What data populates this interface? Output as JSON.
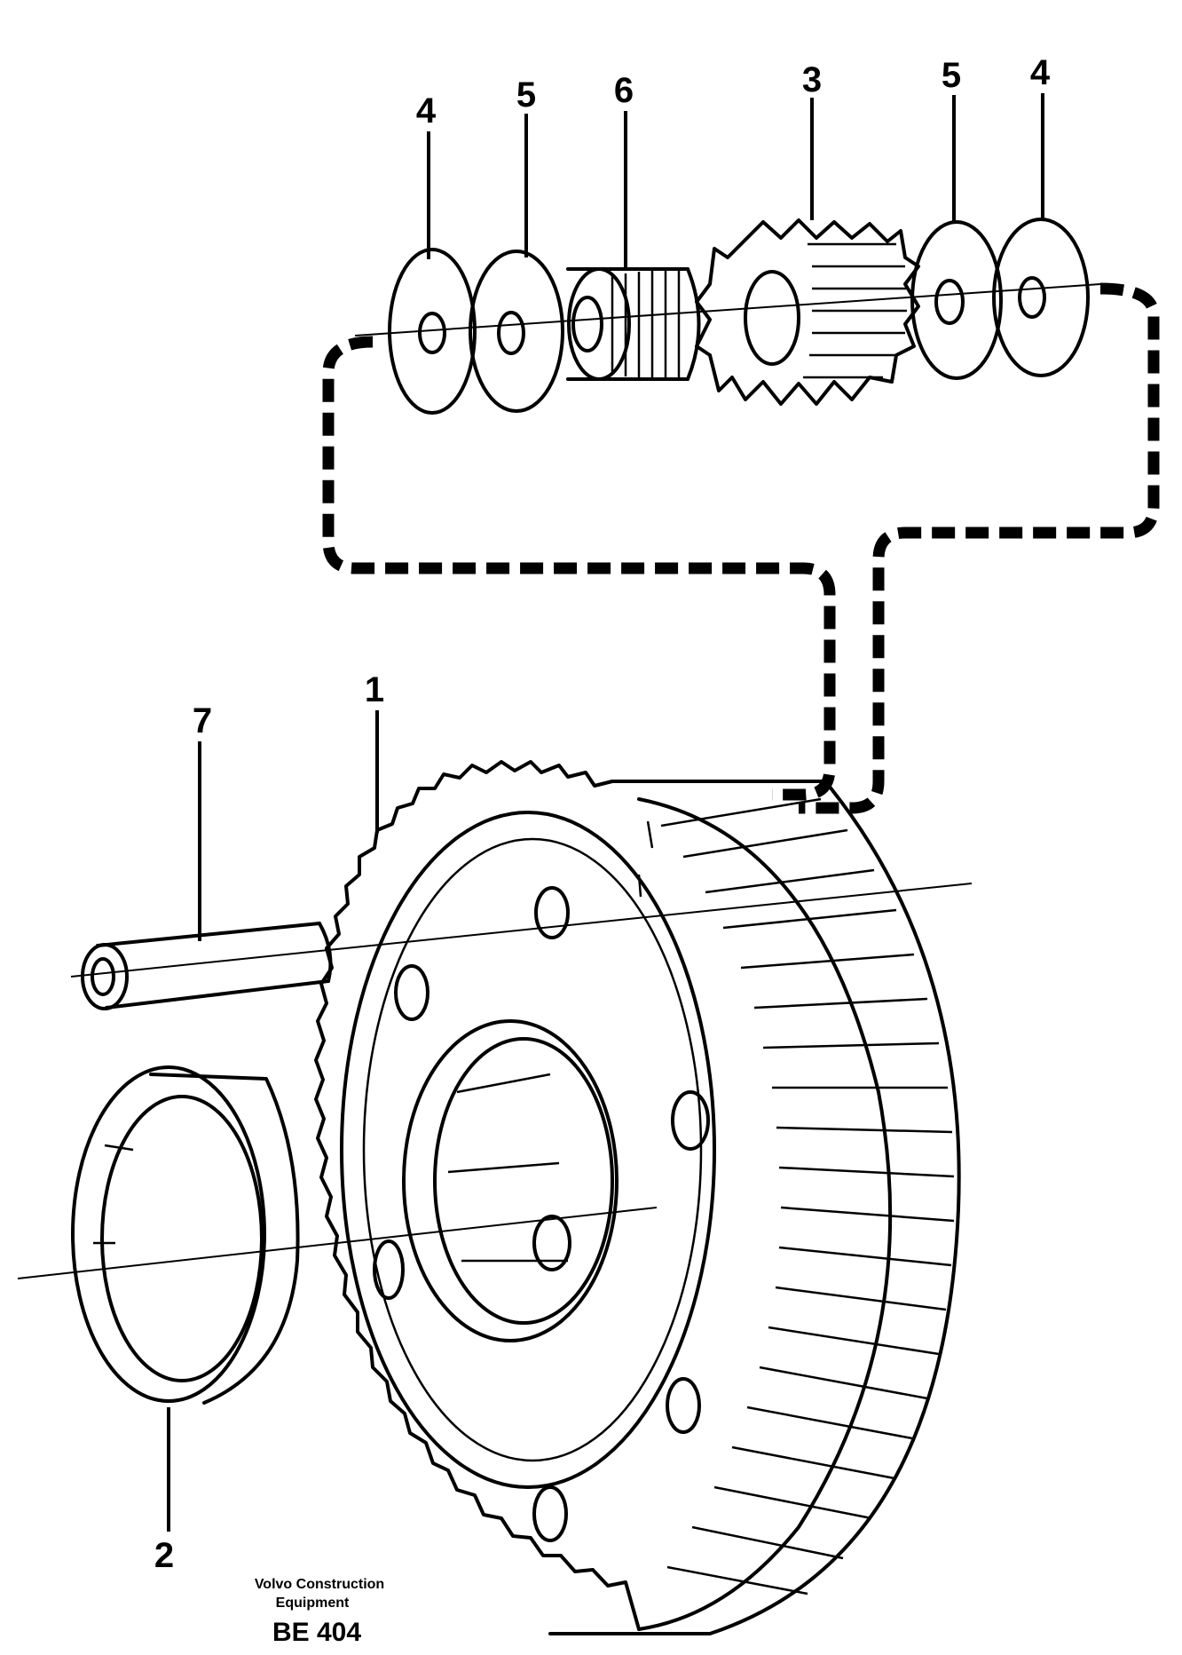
{
  "callouts": {
    "washer_left": "4",
    "spacer_left": "5",
    "bearing": "6",
    "planet_gear": "3",
    "spacer_right": "5",
    "washer_right": "4",
    "gear_carrier": "1",
    "shaft": "7",
    "ring": "2"
  },
  "publisher": {
    "line1": "Volvo Construction",
    "line2": "Equipment",
    "code": "BE 404"
  }
}
